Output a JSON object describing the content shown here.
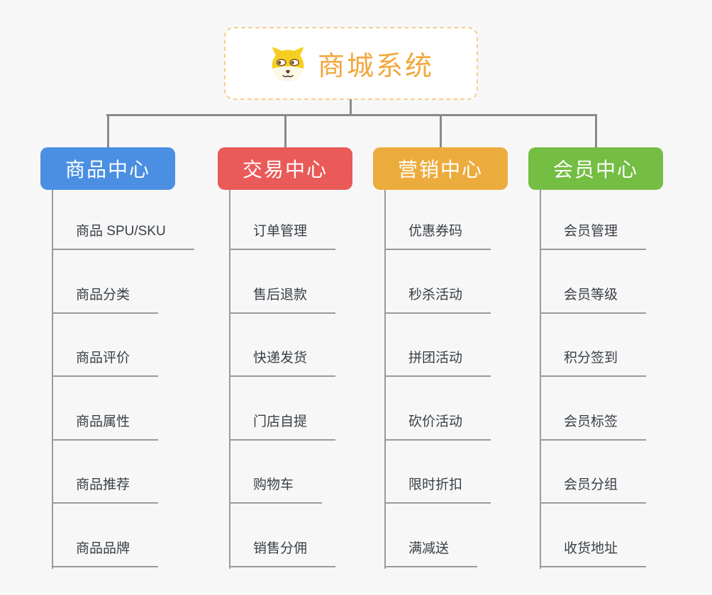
{
  "root": {
    "title": "商城系统",
    "icon": "dog-face-icon",
    "accent_color": "#f1a73c",
    "border_color": "#f7ce8d"
  },
  "branches": [
    {
      "label": "商品中心",
      "color": "#4a8fe2",
      "children": [
        "商品 SPU/SKU",
        "商品分类",
        "商品评价",
        "商品属性",
        "商品推荐",
        "商品品牌"
      ]
    },
    {
      "label": "交易中心",
      "color": "#e95a58",
      "children": [
        "订单管理",
        "售后退款",
        "快递发货",
        "门店自提",
        "购物车",
        "销售分佣"
      ]
    },
    {
      "label": "营销中心",
      "color": "#ecac3d",
      "children": [
        "优惠券码",
        "秒杀活动",
        "拼团活动",
        "砍价活动",
        "限时折扣",
        "满减送"
      ]
    },
    {
      "label": "会员中心",
      "color": "#74be44",
      "children": [
        "会员管理",
        "会员等级",
        "积分签到",
        "会员标签",
        "会员分组",
        "收货地址"
      ]
    }
  ],
  "colors": {
    "background": "#f7f7f8",
    "connector": "#8a8a8a",
    "child_line": "#9a9a9a",
    "child_text": "#3a4046"
  }
}
